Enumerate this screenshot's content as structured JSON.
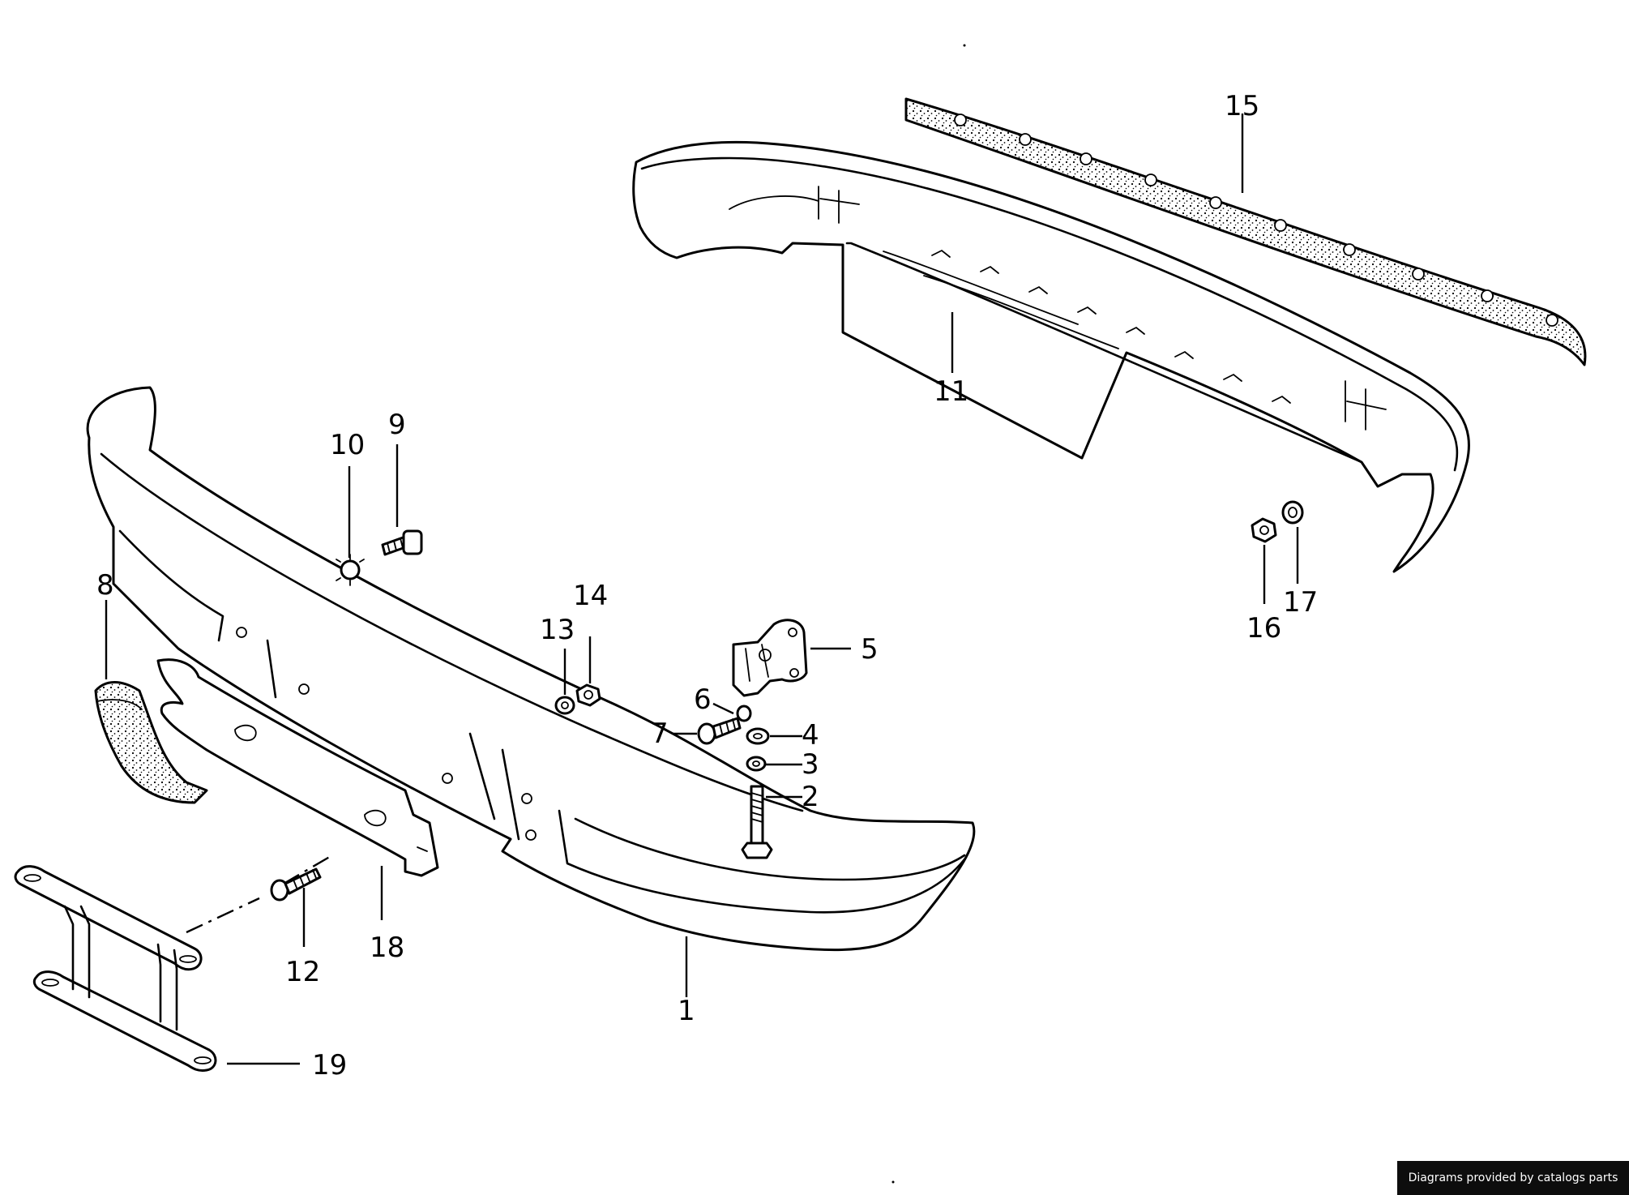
{
  "callouts": {
    "c1": "1",
    "c2": "2",
    "c3": "3",
    "c4": "4",
    "c5": "5",
    "c6": "6",
    "c7": "7",
    "c8": "8",
    "c9": "9",
    "c10": "10",
    "c11": "11",
    "c12": "12",
    "c13": "13",
    "c14": "14",
    "c15": "15",
    "c16": "16",
    "c17": "17",
    "c18": "18",
    "c19": "19"
  },
  "credit": "Diagrams provided by catalogs parts"
}
